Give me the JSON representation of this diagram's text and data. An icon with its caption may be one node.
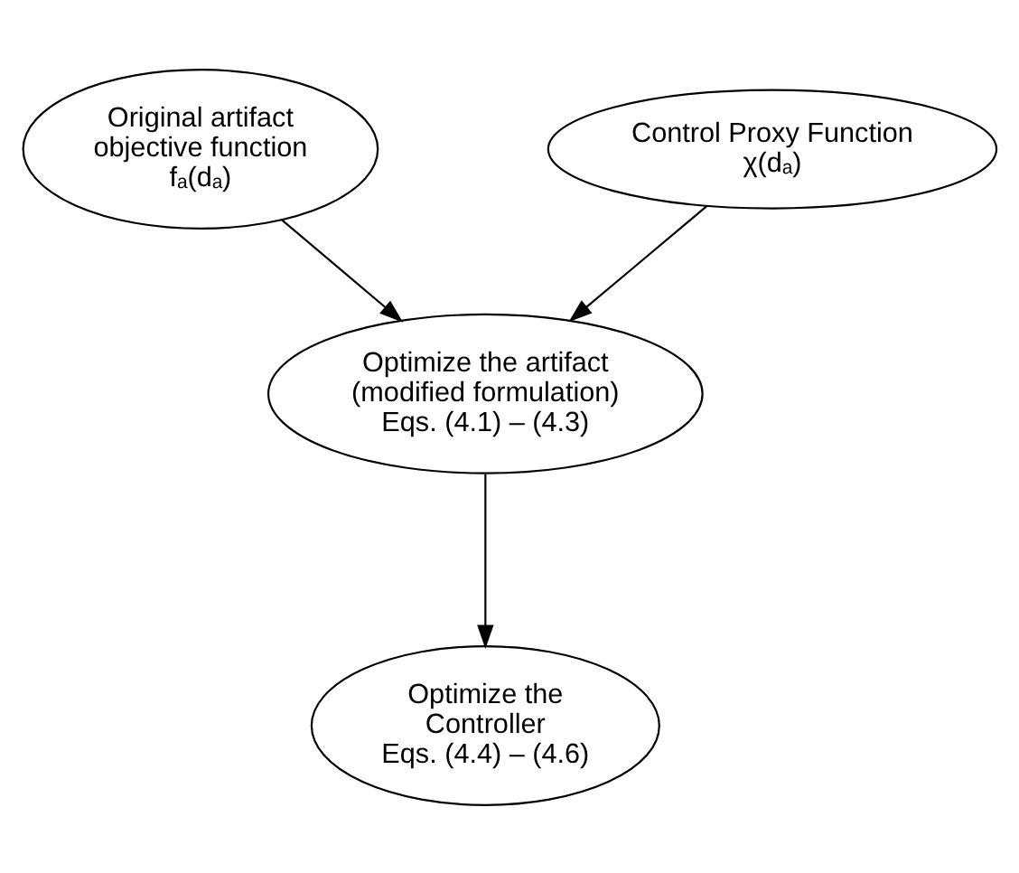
{
  "diagram": {
    "nodes": [
      {
        "text": [
          "Original artifact objective function",
          "fₐ(dₐ)"
        ]
      },
      {
        "text": [
          "Control Proxy Function",
          "χ(dₐ)"
        ]
      },
      {
        "text": [
          "Optimize the artifact (modified formulation)",
          "Eqs. (4.1) – (4.3)"
        ]
      },
      {
        "text": [
          "Optimize the Controller",
          "Eqs. (4.4) – (4.6)"
        ]
      }
    ],
    "edges": [
      {
        "from": 0,
        "to": 2,
        "arrow": "to"
      },
      {
        "from": 1,
        "to": 2,
        "arrow": "to"
      },
      {
        "from": 2,
        "to": 3,
        "arrow": "to"
      }
    ]
  }
}
